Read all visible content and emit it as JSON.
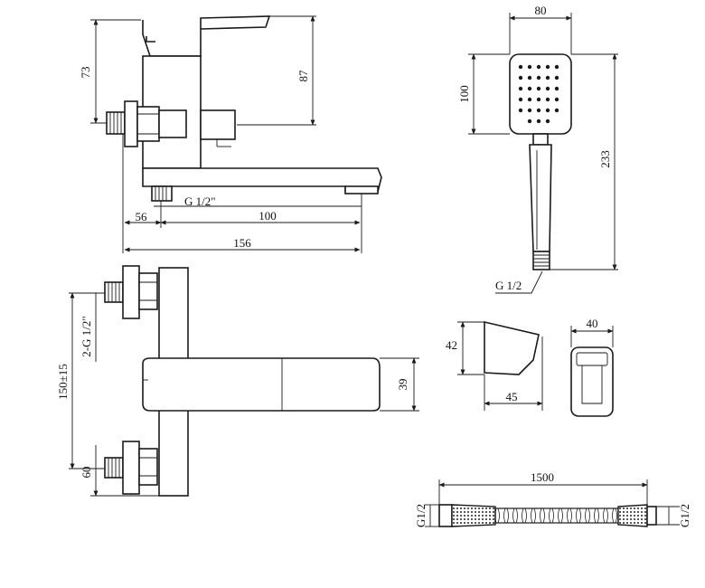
{
  "dimensions": {
    "side_view": {
      "height_73": "73",
      "height_87": "87",
      "thread": "G 1/2\"",
      "spout_100": "100",
      "width_56": "56",
      "width_156": "156"
    },
    "top_view": {
      "thread_2": "2-G 1/2\"",
      "spacing": "150±15",
      "bottom_60": "60",
      "spout_39": "39"
    },
    "hand_shower": {
      "width_80": "80",
      "head_100": "100",
      "length_233": "233",
      "thread": "G 1/2"
    },
    "holder": {
      "height_42": "42",
      "width_45": "45",
      "width_40": "40"
    },
    "hose": {
      "length": "1500",
      "thread_left": "G1/2",
      "thread_right": "G1/2"
    }
  }
}
